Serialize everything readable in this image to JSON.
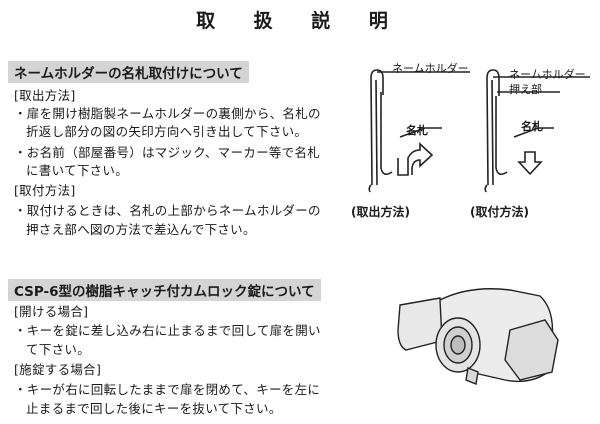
{
  "title": "取 扱 説 明",
  "section1": {
    "heading": "ネームホルダーの名札取付けについて",
    "removal_label": "[取出方法]",
    "bullet1_line1": "・扉を開け樹脂製ネームホルダーの裏側から、名札の",
    "bullet1_line2": "折返し部分の図の矢印方向へ引き出して下さい。",
    "bullet2_line1": "・お名前（部屋番号）はマジック、マーカー等で名札",
    "bullet2_line2": "に書いて下さい。",
    "install_label": "[取付方法]",
    "bullet3_line1": "・取付けるときは、名札の上部からネームホルダーの",
    "bullet3_line2": "押さえ部へ図の方法で差込んで下さい。"
  },
  "diagram1": {
    "holder_label": "ネームホルダー",
    "tag_label": "名札",
    "caption": "(取出方法)"
  },
  "diagram2": {
    "holder_label": "ネームホルダー",
    "presser_label": "押え部",
    "tag_label": "名札",
    "caption": "(取付方法)"
  },
  "section2": {
    "heading": "CSP-6型の樹脂キャッチ付カムロック錠について",
    "open_label": "[開ける場合]",
    "bullet1_line1": "・キーを錠に差し込み右に止まるまで回して扉を開い",
    "bullet1_line2": "て下さい。",
    "lock_label": "[施錠する場合]",
    "bullet2_line1": "・キーが右に回転したままで扉を閉めて、キーを左に",
    "bullet2_line2": "止まるまで回した後にキーを抜いて下さい。"
  }
}
